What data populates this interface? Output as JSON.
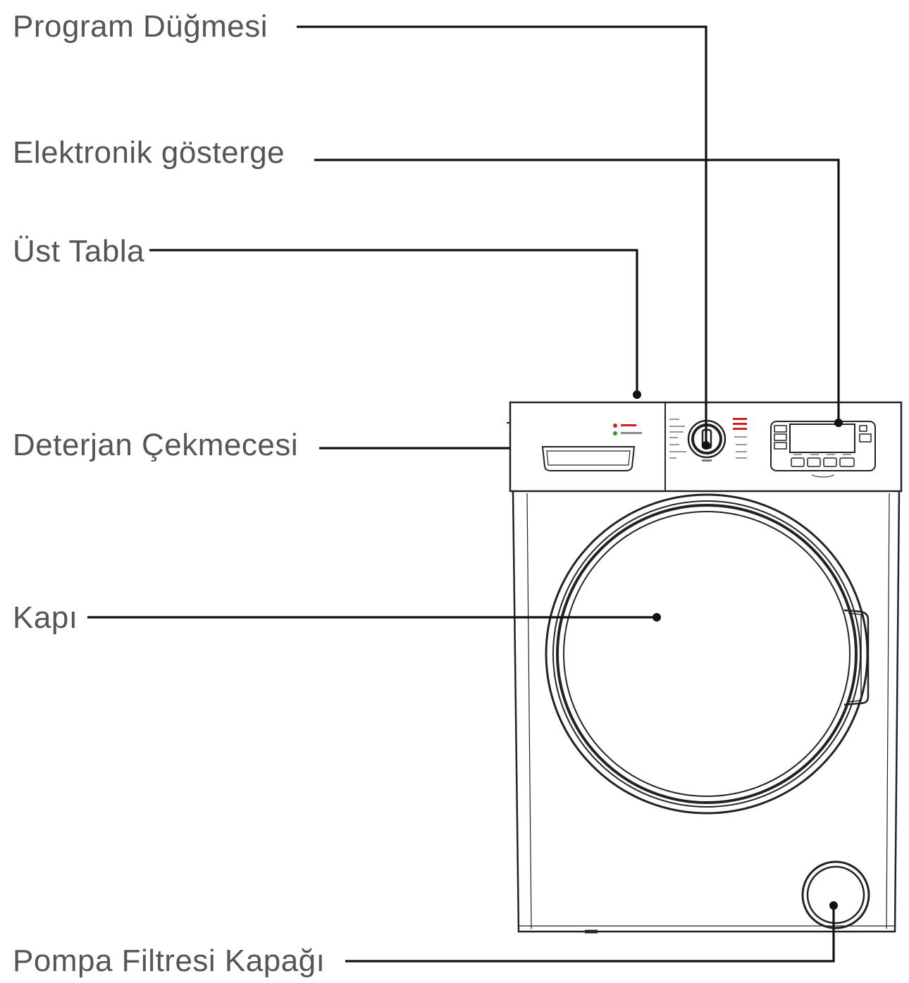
{
  "labels": {
    "program_knob": "Program Düğmesi",
    "electronic_display": "Elektronik gösterge",
    "top_panel": "Üst Tabla",
    "detergent_drawer": "Deterjan Çekmecesi",
    "door": "Kapı",
    "pump_filter_cover": "Pompa Filtresi Kapağı"
  },
  "colors": {
    "label_text": "#555555",
    "leader_line": "#111111",
    "panel_indicator_red": "#d22020",
    "panel_indicator_green": "#3a8a3a"
  }
}
